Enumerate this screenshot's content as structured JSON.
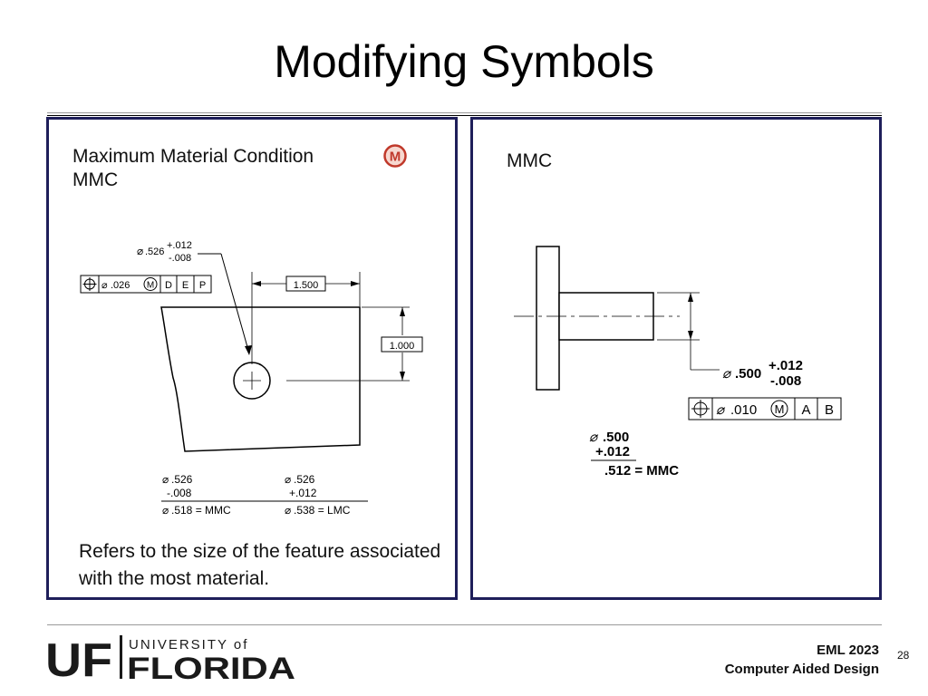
{
  "slide": {
    "title": "Modifying Symbols",
    "page_number": "28"
  },
  "left_panel": {
    "heading_line1": "Maximum Material Condition",
    "heading_line2": "MMC",
    "symbol_letter": "M",
    "drawing": {
      "callout_diameter": ".526",
      "callout_plus": "+.012",
      "callout_minus": "-.008",
      "fcf_tolerance": ".026",
      "fcf_modifier": "M",
      "fcf_datum_1": "D",
      "fcf_datum_2": "E",
      "fcf_datum_3": "P",
      "dim_horizontal": "1.500",
      "dim_vertical": "1.000",
      "calc_mmc_line1": ".526",
      "calc_mmc_line2": "-.008",
      "calc_mmc_result": ".518 = MMC",
      "calc_lmc_line1": ".526",
      "calc_lmc_line2": "+.012",
      "calc_lmc_result": ".538 = LMC"
    },
    "note": "Refers to the size of the feature associated with the most material."
  },
  "right_panel": {
    "heading": "MMC",
    "drawing": {
      "callout_diameter": ".500",
      "callout_plus": "+.012",
      "callout_minus": "-.008",
      "fcf_tolerance": ".010",
      "fcf_modifier": "M",
      "fcf_datum_1": "A",
      "fcf_datum_2": "B",
      "calc_line1": ".500",
      "calc_line2": "+.012",
      "calc_result": ".512 = MMC"
    }
  },
  "footer": {
    "logo_uf": "UF",
    "logo_university_of": "UNIVERSITY of",
    "logo_florida": "FLORIDA",
    "course_code": "EML 2023",
    "course_name": "Computer Aided Design",
    "accent_color": "#0021a5",
    "brand_color": "#1a1a1a"
  }
}
